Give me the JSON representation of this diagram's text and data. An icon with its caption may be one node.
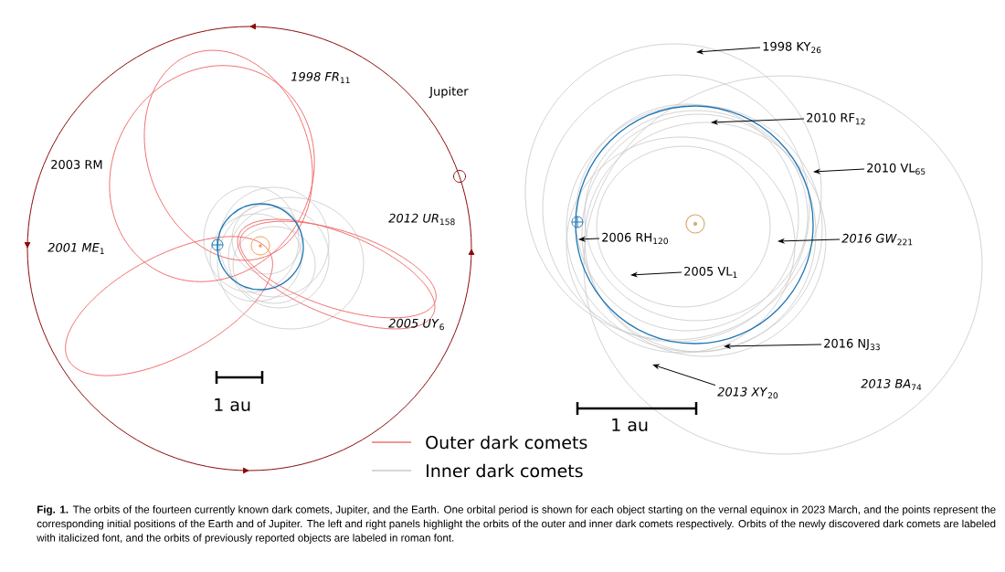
{
  "diagram": {
    "caption": "**Fig. 1.** The orbits of the fourteen currently known dark comets, Jupiter, and the Earth. One orbital period is shown for each object starting on the vernal equinox in 2023 March, and the points represent the corresponding initial positions of the Earth and of Jupiter. The left and right panels highlight the orbits of the outer and inner dark comets respectively. Orbits of the newly discovered dark comets are labeled with italicized font, and the orbits of previously reported objects are labeled in roman font.",
    "nodes": [
      {
        "text": [
          "1998 KY$_{26}$"
        ]
      },
      {
        "text": [
          "2010 RF$_{12}$"
        ]
      },
      {
        "text": [
          "2010 VL$_{65}$"
        ]
      },
      {
        "text": [
          "2006 RH$_{120}$"
        ]
      },
      {
        "text": [
          "*2016 GW*$_{221}$"
        ]
      },
      {
        "text": [
          "2005 VL$_{1}$"
        ]
      },
      {
        "text": [
          "2016 NJ$_{33}$"
        ]
      },
      {
        "text": [
          "*2013 XY*$_{20}$"
        ]
      }
    ],
    "edges": [
      {
        "from": 0,
        "to": null,
        "arrow": "to"
      },
      {
        "from": 1,
        "to": null,
        "arrow": "to"
      },
      {
        "from": 2,
        "to": null,
        "arrow": "to"
      },
      {
        "from": 3,
        "to": null,
        "arrow": "to"
      },
      {
        "from": 4,
        "to": null,
        "arrow": "to"
      },
      {
        "from": 5,
        "to": null,
        "arrow": "to"
      },
      {
        "from": 6,
        "to": null,
        "arrow": "to"
      },
      {
        "from": 7,
        "to": null,
        "arrow": "to"
      }
    ],
    "labels": [
      "*1998 FR*$_{11}$",
      "Jupiter",
      "2003 RM",
      "*2012 UR*$_{158}$",
      "*2001 ME*$_{1}$",
      "*2005 UY*$_{6}$",
      "1 au",
      "*2013 BA*$_{74}$",
      "1 au"
    ],
    "legend": [
      {
        "text": "Outer dark comets"
      },
      {
        "text": "Inner dark comets"
      }
    ]
  }
}
